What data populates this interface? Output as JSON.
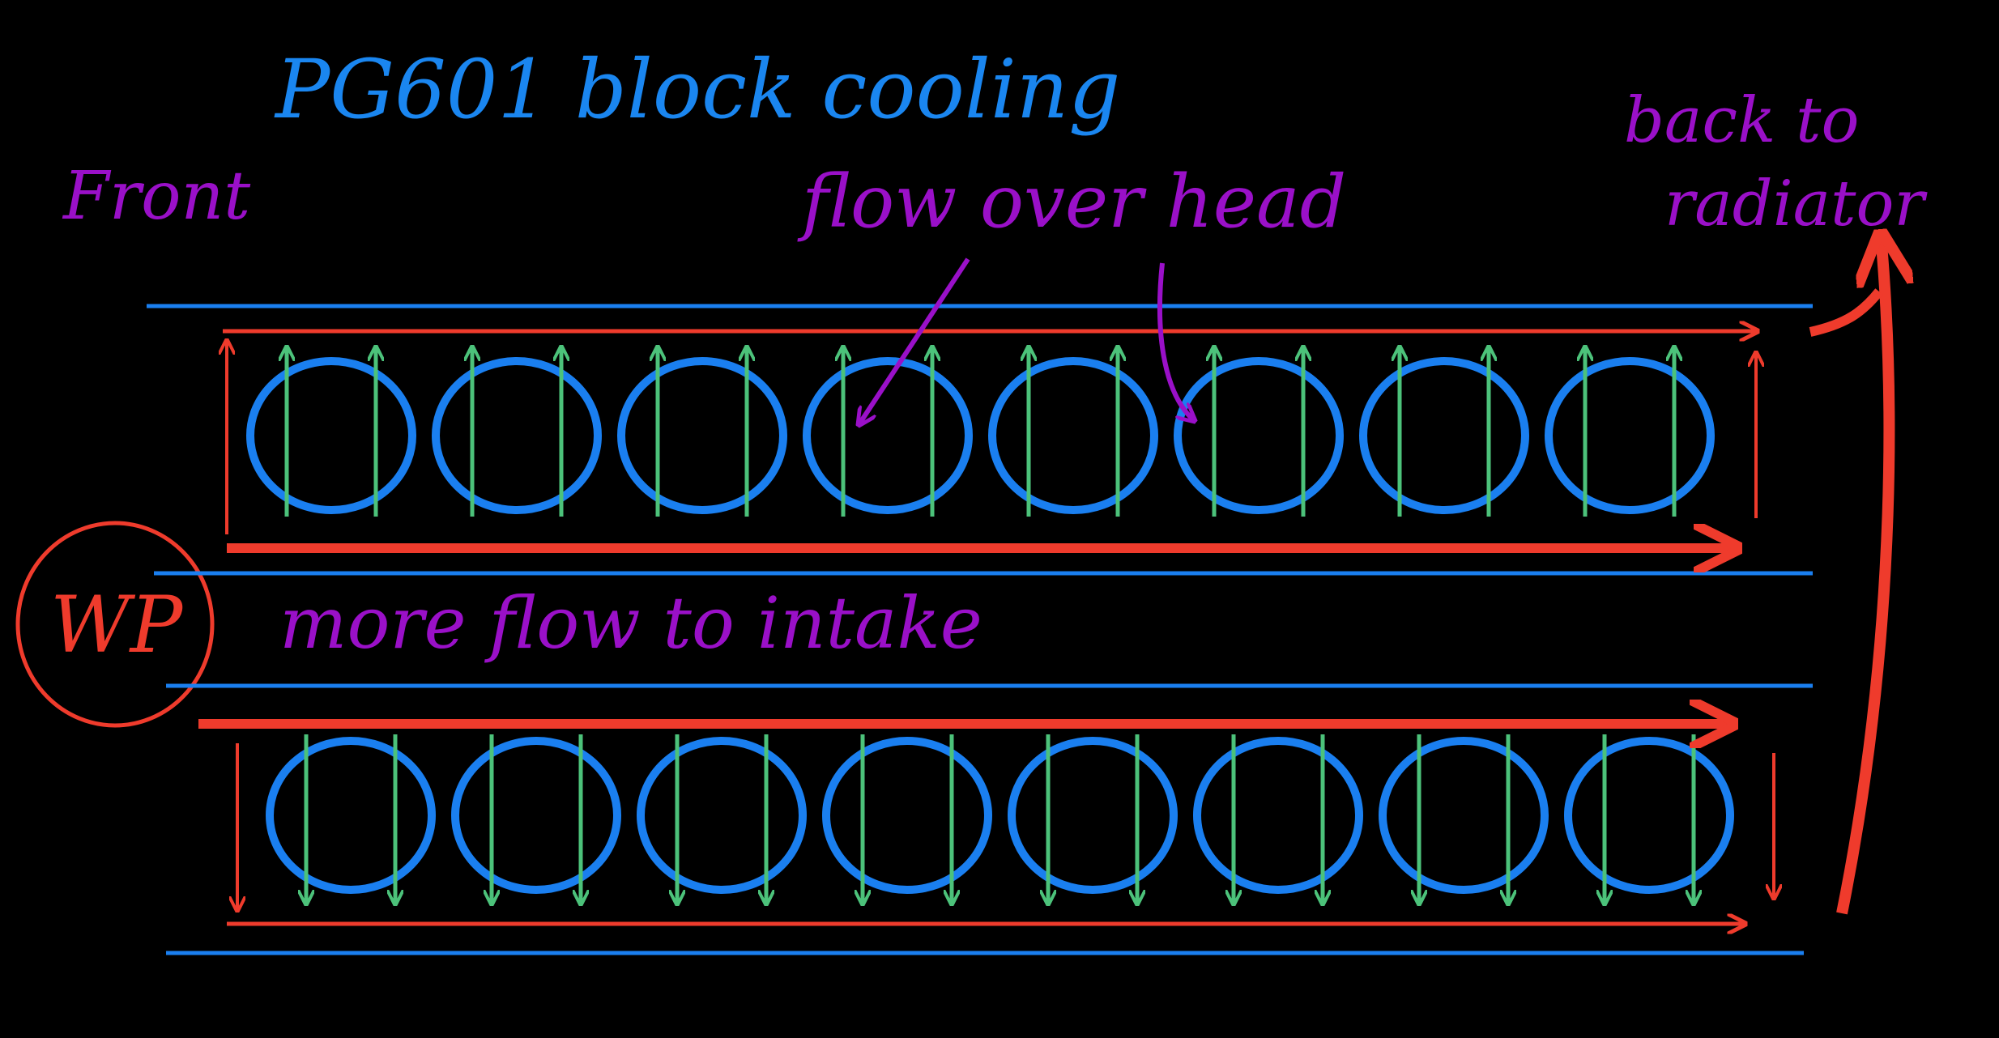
{
  "title": "PG601 block cooling",
  "labels": {
    "front": "Front",
    "flow_over_head": "flow over head",
    "back_to": "back to",
    "radiator": "radiator",
    "water_pump": "WP",
    "more_flow": "more flow to intake"
  },
  "banks": {
    "cylinders_per_row": 8,
    "rows": [
      "upper",
      "lower"
    ]
  },
  "colors": {
    "background": "#000000",
    "title": "#1a86f0",
    "annotation": "#9a10c8",
    "flow": "#ef3b2c",
    "cylinder": "#1a7ff0",
    "coolant_path": "#4cc27a",
    "wall": "#1a7ff0"
  }
}
